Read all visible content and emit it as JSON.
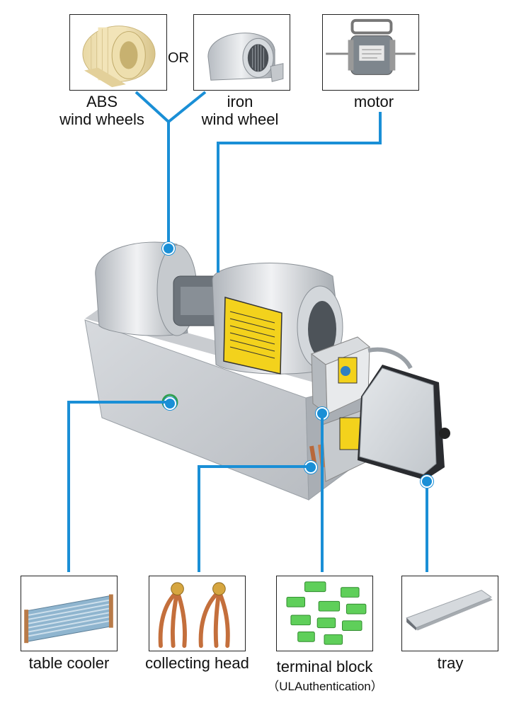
{
  "colors": {
    "connector": "#1a8fd6"
  },
  "or_text": "OR",
  "components": {
    "abs_wheel": {
      "line1": "ABS",
      "line2": "wind wheels"
    },
    "iron_wheel": {
      "line1": "iron",
      "line2": "wind wheel"
    },
    "motor": {
      "label": "motor"
    },
    "table_cooler": {
      "label": "table cooler"
    },
    "collecting_head": {
      "label": "collecting head"
    },
    "terminal_block": {
      "label": "terminal block",
      "sub": "（ULAuthentication）"
    },
    "tray": {
      "label": "tray"
    }
  }
}
